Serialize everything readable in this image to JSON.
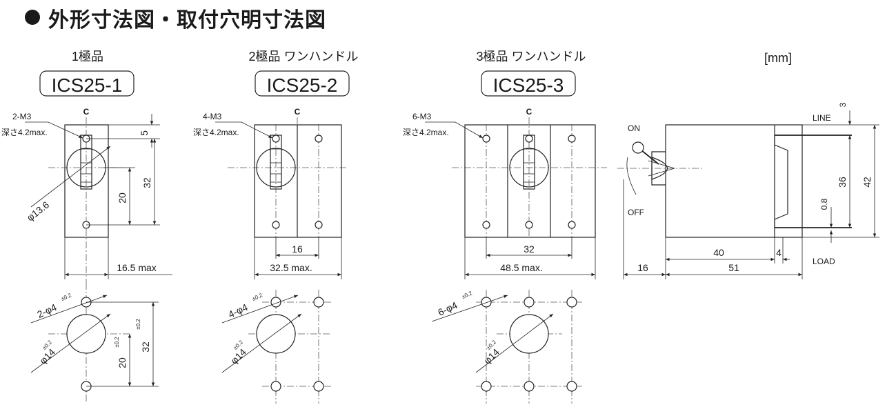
{
  "heading": "外形寸法図・取付穴明寸法図",
  "unit": "[mm]",
  "center_mark": "C",
  "variants": [
    {
      "subtitle": "1極品",
      "model": "ICS25-1",
      "screw": "2-M3",
      "depth": "深さ4.2max.",
      "dims": {
        "d5": "5",
        "d32": "32",
        "d20": "20",
        "dia": "φ13.6",
        "width": "16.5 max"
      },
      "hole_dims": {
        "holes": "2-φ4",
        "hole_tol": "±0.2",
        "big": "φ14",
        "big_tol": "±0.2",
        "d20": "20",
        "d20_tol": "±0.2",
        "d32": "32",
        "d32_tol": "±0.2"
      }
    },
    {
      "subtitle": "2極品 ワンハンドル",
      "model": "ICS25-2",
      "screw": "4-M3",
      "depth": "深さ4.2max.",
      "dims": {
        "pitch": "16",
        "width": "32.5 max."
      },
      "hole_dims": {
        "holes": "4-φ4",
        "hole_tol": "±0.2",
        "big": "φ14",
        "big_tol": "±0.2"
      }
    },
    {
      "subtitle": "3極品 ワンハンドル",
      "model": "ICS25-3",
      "screw": "6-M3",
      "depth": "深さ4.2max.",
      "dims": {
        "pitch": "32",
        "width": "48.5 max."
      },
      "hole_dims": {
        "holes": "6-φ4",
        "hole_tol": "±0.2",
        "big": "φ14",
        "big_tol": "±0.2"
      }
    }
  ],
  "side_view": {
    "on": "ON",
    "off": "OFF",
    "line": "LINE",
    "load": "LOAD",
    "dims": {
      "d3": "3",
      "d36": "36",
      "d42": "42",
      "d0_8": "0.8",
      "d40": "40",
      "d4": "4",
      "d16": "16",
      "d51": "51"
    }
  },
  "colors": {
    "ink": "#1a1a1a",
    "background": "#ffffff"
  }
}
